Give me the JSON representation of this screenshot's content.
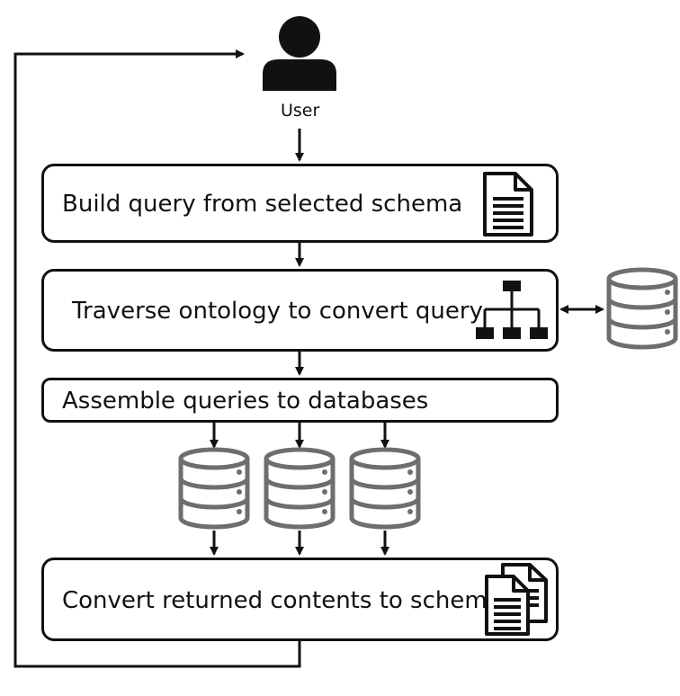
{
  "user": {
    "label": "User"
  },
  "steps": [
    {
      "label": "Build query from selected schema",
      "icon": "document-icon"
    },
    {
      "label": "Traverse ontology to convert query",
      "icon": "hierarchy-icon"
    },
    {
      "label": "Assemble queries to databases",
      "icon": ""
    },
    {
      "label": "Convert returned contents to schema",
      "icon": "documents-icon"
    }
  ],
  "databases": {
    "ontology_store": "database-icon",
    "targets": [
      "database-icon",
      "database-icon",
      "database-icon"
    ]
  },
  "colors": {
    "line": "#111111",
    "database": "#6e6e6e",
    "box_border": "#111111"
  }
}
